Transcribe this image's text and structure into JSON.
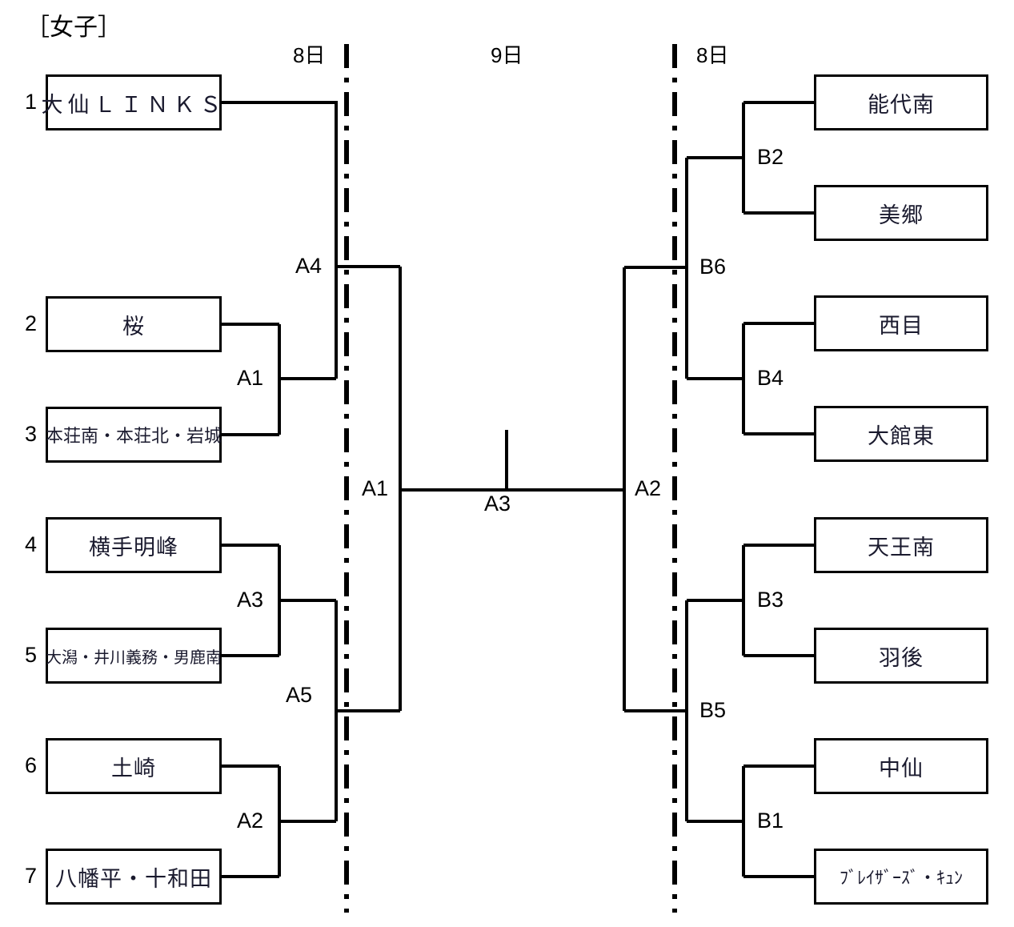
{
  "title": "［女子］",
  "day_labels": {
    "left": "8日",
    "center": "9日",
    "right": "8日"
  },
  "left_side": {
    "seeds": [
      "1",
      "2",
      "3",
      "4",
      "5",
      "6",
      "7"
    ],
    "teams": [
      {
        "seed": "1",
        "name": "大仙ＬＩＮＫＳ",
        "size": "wide"
      },
      {
        "seed": "2",
        "name": "桜",
        "size": "normal"
      },
      {
        "seed": "3",
        "name": "本荘南・本荘北・岩城",
        "size": "sm"
      },
      {
        "seed": "4",
        "name": "横手明峰",
        "size": "normal"
      },
      {
        "seed": "5",
        "name": "大潟・井川義務・男鹿南",
        "size": "xs"
      },
      {
        "seed": "6",
        "name": "土崎",
        "size": "normal"
      },
      {
        "seed": "7",
        "name": "八幡平・十和田",
        "size": "normal"
      }
    ],
    "matches": [
      {
        "id": "A1",
        "label": "A1"
      },
      {
        "id": "A3",
        "label": "A3"
      },
      {
        "id": "A2",
        "label": "A2"
      },
      {
        "id": "A4",
        "label": "A4"
      },
      {
        "id": "A5",
        "label": "A5"
      },
      {
        "id": "A1b",
        "label": "A1"
      }
    ]
  },
  "right_side": {
    "teams": [
      {
        "name": "能代南",
        "size": "normal"
      },
      {
        "name": "美郷",
        "size": "normal"
      },
      {
        "name": "西目",
        "size": "normal"
      },
      {
        "name": "大館東",
        "size": "normal"
      },
      {
        "name": "天王南",
        "size": "normal"
      },
      {
        "name": "羽後",
        "size": "normal"
      },
      {
        "name": "中仙",
        "size": "normal"
      },
      {
        "name": "ﾌﾞﾚｲｻﾞｰｽﾞ・ｷｭﾝ",
        "size": "sm"
      }
    ],
    "matches": [
      {
        "id": "B2",
        "label": "B2"
      },
      {
        "id": "B4",
        "label": "B4"
      },
      {
        "id": "B6",
        "label": "B6"
      },
      {
        "id": "B3",
        "label": "B3"
      },
      {
        "id": "B1",
        "label": "B1"
      },
      {
        "id": "B5",
        "label": "B5"
      },
      {
        "id": "A2b",
        "label": "A2"
      }
    ]
  },
  "final": {
    "label": "A3"
  },
  "colors": {
    "line": "#000000",
    "text": "#000000",
    "team_text": "#1a1a2e",
    "background": "#ffffff"
  }
}
